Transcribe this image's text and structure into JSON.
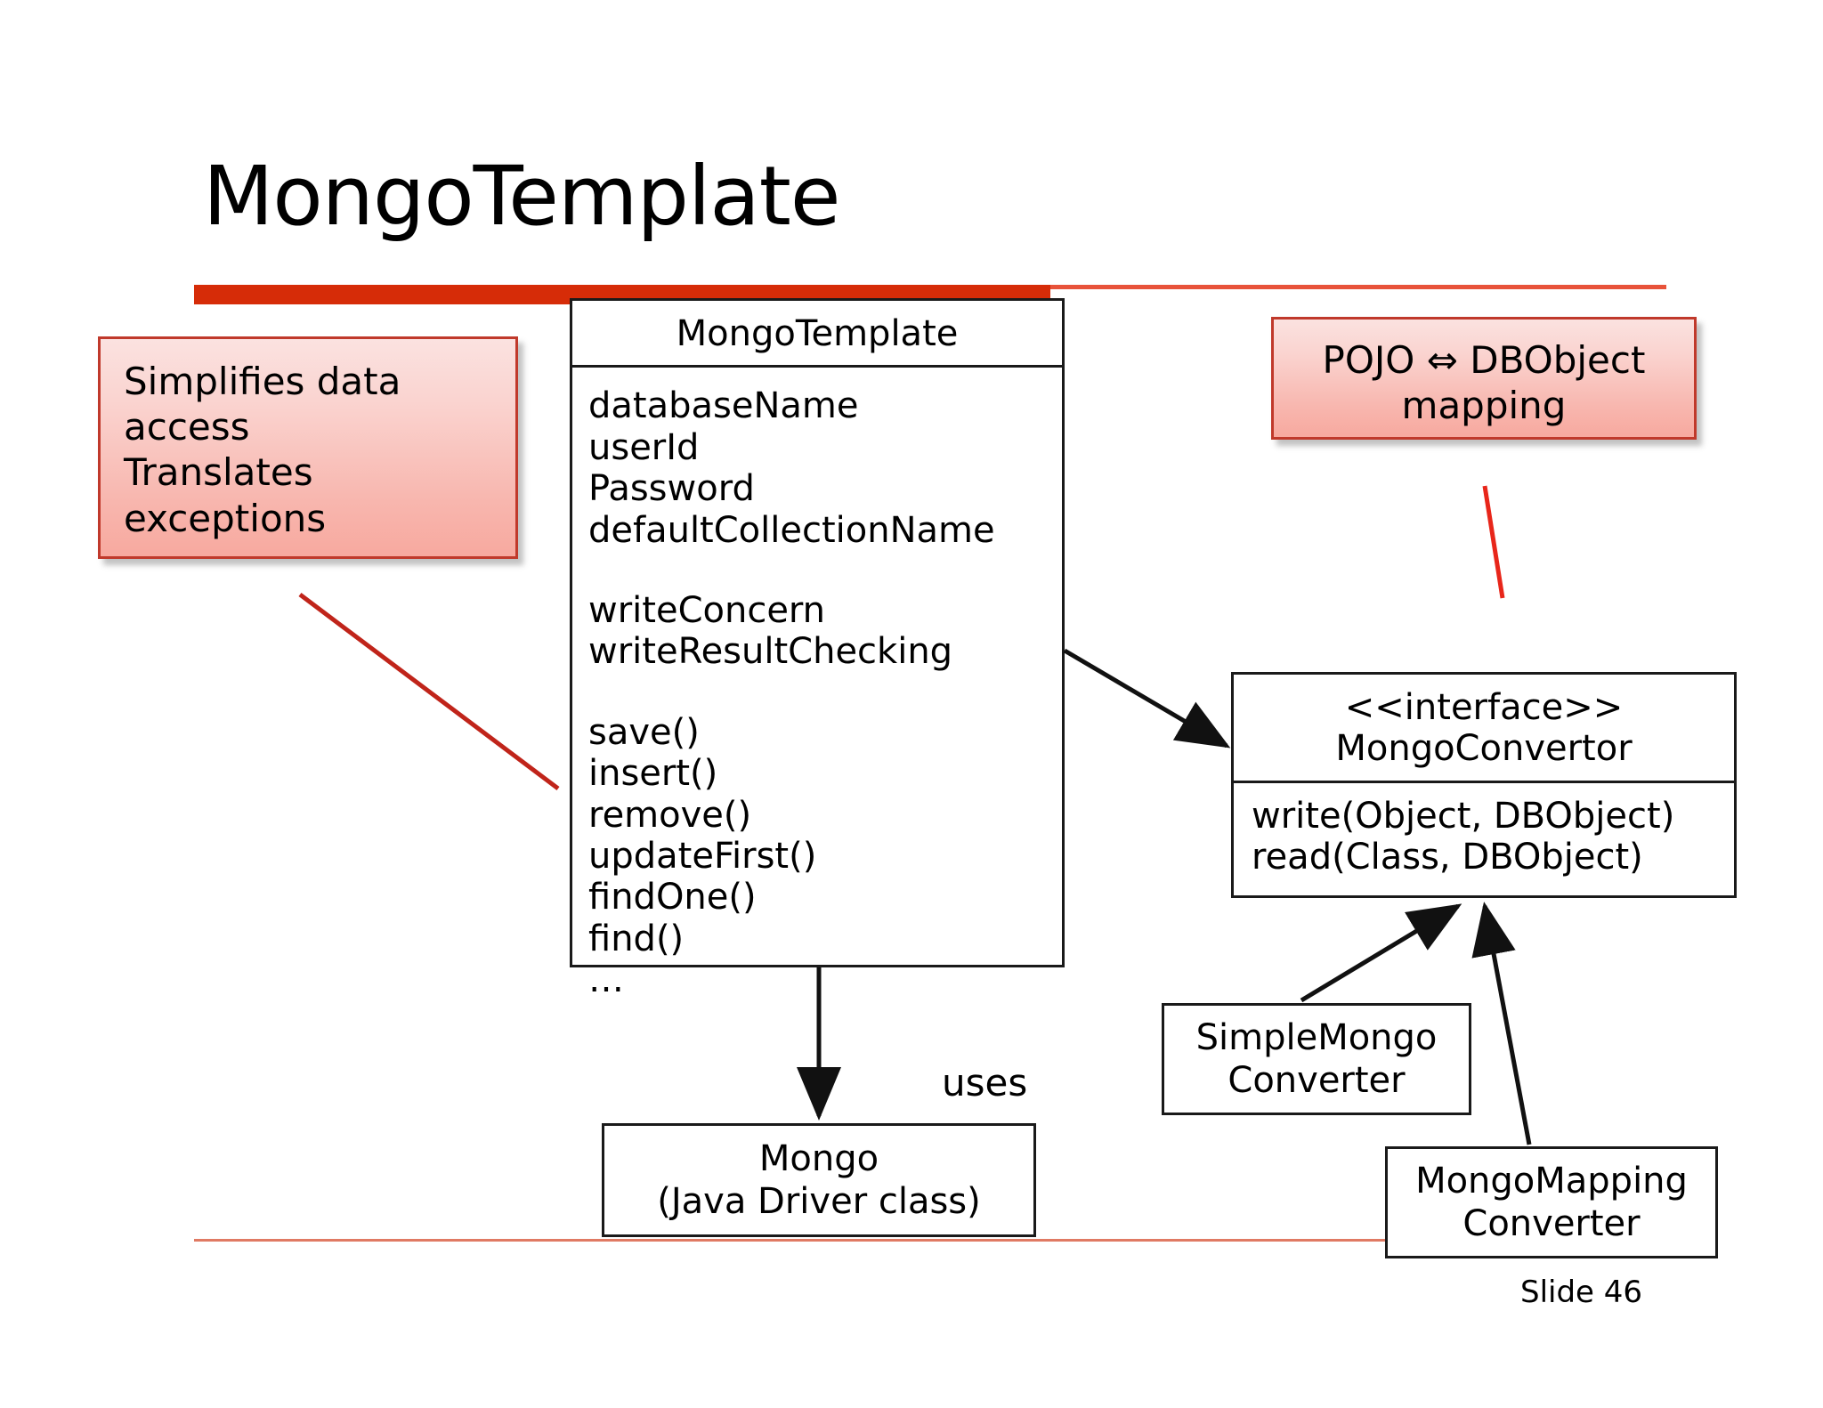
{
  "slide": {
    "title": "MongoTemplate",
    "slide_number_label": "Slide 46",
    "accent_color": "#d62c08",
    "callout_border_color": "#c0392b",
    "callout_fill_top": "#fbe2e0",
    "callout_fill_bottom": "#f7a99f",
    "line_color": "#1a1a1a"
  },
  "callouts": {
    "simplifies": {
      "lines": [
        "Simplifies data",
        "access",
        "Translates",
        "exceptions"
      ]
    },
    "mapping": {
      "lines": [
        "POJO ⇔ DBObject",
        "mapping"
      ]
    }
  },
  "classes": {
    "mongotemplate": {
      "name": "MongoTemplate",
      "attributes": [
        "databaseName",
        "userId",
        "Password",
        "defaultCollectionName"
      ],
      "attributes2": [
        "writeConcern",
        "writeResultChecking"
      ],
      "operations": [
        "save()",
        "insert()",
        "remove()",
        "updateFirst()",
        "findOne()",
        "find()",
        "…"
      ]
    },
    "convertor": {
      "stereotype": "<<interface>>",
      "name": "MongoConvertor",
      "operations": [
        "write(Object, DBObject)",
        "read(Class, DBObject)"
      ]
    },
    "mongo_driver": {
      "lines": [
        "Mongo",
        "(Java Driver class)"
      ]
    },
    "simple_converter": {
      "lines": [
        "SimpleMongo",
        "Converter"
      ]
    },
    "mapping_converter": {
      "lines": [
        "MongoMapping",
        "Converter"
      ]
    }
  },
  "connectors": {
    "uses_label": "uses"
  }
}
